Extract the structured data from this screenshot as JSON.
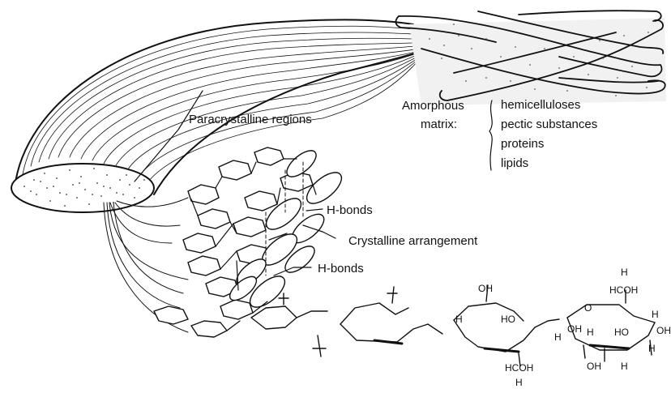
{
  "labels": {
    "paracrystalline": "Paracrystalline regions",
    "amorphous_line1": "Amorphous",
    "amorphous_line2": "matrix:",
    "matrix_items": [
      "hemicelluloses",
      "pectic substances",
      "proteins",
      "lipids"
    ],
    "hbonds_top": "H-bonds",
    "crystalline": "Crystalline arrangement",
    "hbonds_bottom": "H-bonds"
  },
  "chem_text": {
    "oh1": "OH",
    "ho1": "HO",
    "hcoh1": "HCOH",
    "h1": "H",
    "h_top": "H",
    "hcoh2": "HCOH",
    "o_ring": "O",
    "h2": "H",
    "ho2": "HO",
    "h3": "H",
    "h4": "H",
    "oh2": "OH",
    "h5": "H",
    "oh3": "OH",
    "h6": "H",
    "oh4": "OH",
    "h7": "H"
  }
}
